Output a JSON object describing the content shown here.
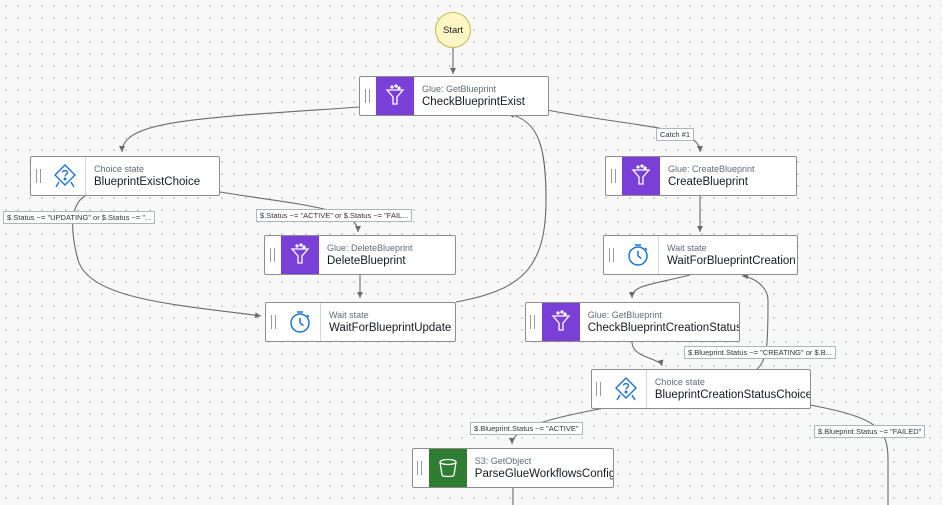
{
  "start": {
    "label": "Start"
  },
  "nodes": {
    "check_blueprint_exist": {
      "type": "Glue: GetBlueprint",
      "name": "CheckBlueprintExist",
      "icon": "glue-icon"
    },
    "blueprint_exist_choice": {
      "type": "Choice state",
      "name": "BlueprintExistChoice",
      "icon": "choice-icon"
    },
    "create_blueprint": {
      "type": "Glue: CreateBlueprint",
      "name": "CreateBlueprint",
      "icon": "glue-icon"
    },
    "delete_blueprint": {
      "type": "Glue: DeleteBlueprint",
      "name": "DeleteBlueprint",
      "icon": "glue-icon"
    },
    "wait_for_blueprint_creation": {
      "type": "Wait state",
      "name": "WaitForBlueprintCreation",
      "icon": "timer-icon"
    },
    "wait_for_blueprint_update": {
      "type": "Wait state",
      "name": "WaitForBlueprintUpdate",
      "icon": "timer-icon"
    },
    "check_blueprint_creation_status": {
      "type": "Glue: GetBlueprint",
      "name": "CheckBlueprintCreationStatus",
      "icon": "glue-icon"
    },
    "blueprint_creation_status_choice": {
      "type": "Choice state",
      "name": "BlueprintCreationStatusChoice",
      "icon": "choice-icon"
    },
    "parse_glue_workflows_config": {
      "type": "S3: GetObject",
      "name": "ParseGlueWorkflowsConfig",
      "icon": "s3-bucket-icon"
    }
  },
  "edge_labels": {
    "catch": "Catch #1",
    "updating": "$.Status ~= \"UPDATING\" or $.Status ~= \"...",
    "active_or_failed": "$.Status ~= \"ACTIVE\" or $.Status ~= \"FAIL...",
    "creating": "$.Blueprint.Status ~= \"CREATING\" or $.B...",
    "active": "$.Blueprint.Status ~= \"ACTIVE\"",
    "failed": "$.Blueprint.Status ~= \"FAILED\""
  },
  "colors": {
    "glue_icon_bg": "#7a3fd6",
    "s3_icon_bg": "#2e7d32",
    "timer_icon": "#1a73d9",
    "start_fill": "#fdf6c4",
    "edge": "#6b6b6b"
  }
}
